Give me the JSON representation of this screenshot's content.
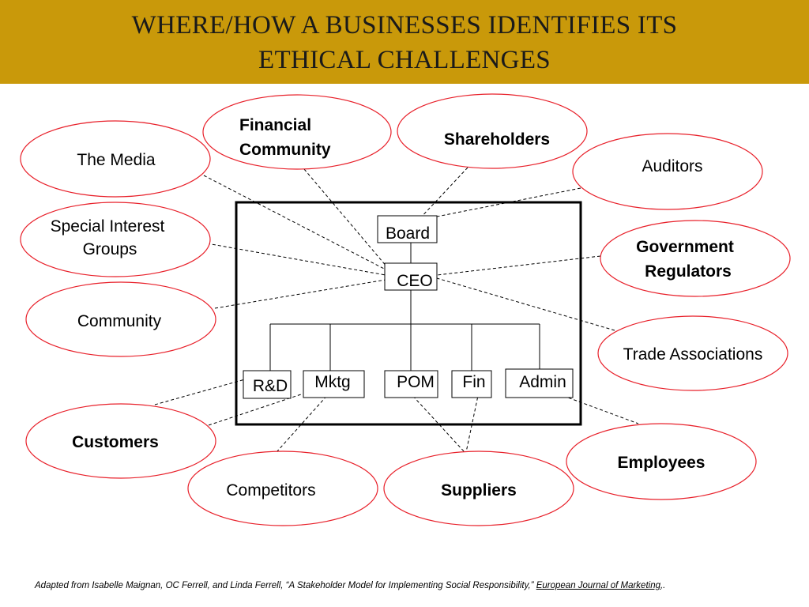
{
  "title": {
    "line1": "WHERE/HOW A BUSINESSES IDENTIFIES ITS",
    "line2": "ETHICAL CHALLENGES"
  },
  "org": {
    "board": "Board",
    "ceo": "CEO",
    "departments": [
      "R&D",
      "Mktg",
      "POM",
      "Fin",
      "Admin"
    ]
  },
  "stakeholders": {
    "financial_community": [
      "Financial",
      "Community"
    ],
    "shareholders": "Shareholders",
    "media": "The Media",
    "auditors": "Auditors",
    "special_interest": [
      "Special Interest",
      "Groups"
    ],
    "government": [
      "Government",
      "Regulators"
    ],
    "community": "Community",
    "trade": "Trade Associations",
    "customers": "Customers",
    "employees": "Employees",
    "competitors": "Competitors",
    "suppliers": "Suppliers"
  },
  "footnote": {
    "text": "Adapted from Isabelle Maignan, OC Ferrell, and Linda Ferrell, “A Stakeholder Model for Implementing Social Responsibility,” ",
    "journal": "European Journal of Marketing",
    "suffix": ",."
  },
  "colors": {
    "title_bar": "#c9990a",
    "ellipse_stroke": "#e8202a"
  }
}
